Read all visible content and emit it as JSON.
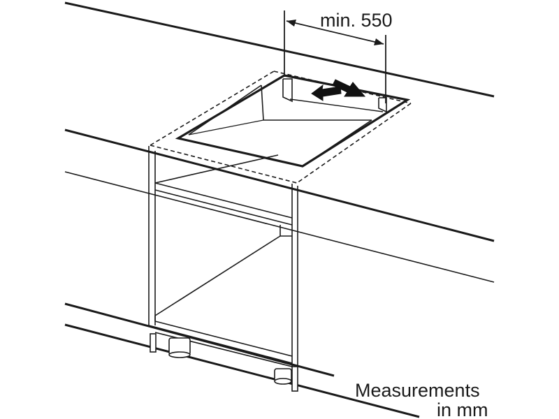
{
  "dimension": {
    "label": "min. 550"
  },
  "note": {
    "line1": "Measurements",
    "line2": "in mm"
  },
  "colors": {
    "ink": "#1a1a1a",
    "arrow": "#111111",
    "background": "#ffffff"
  }
}
